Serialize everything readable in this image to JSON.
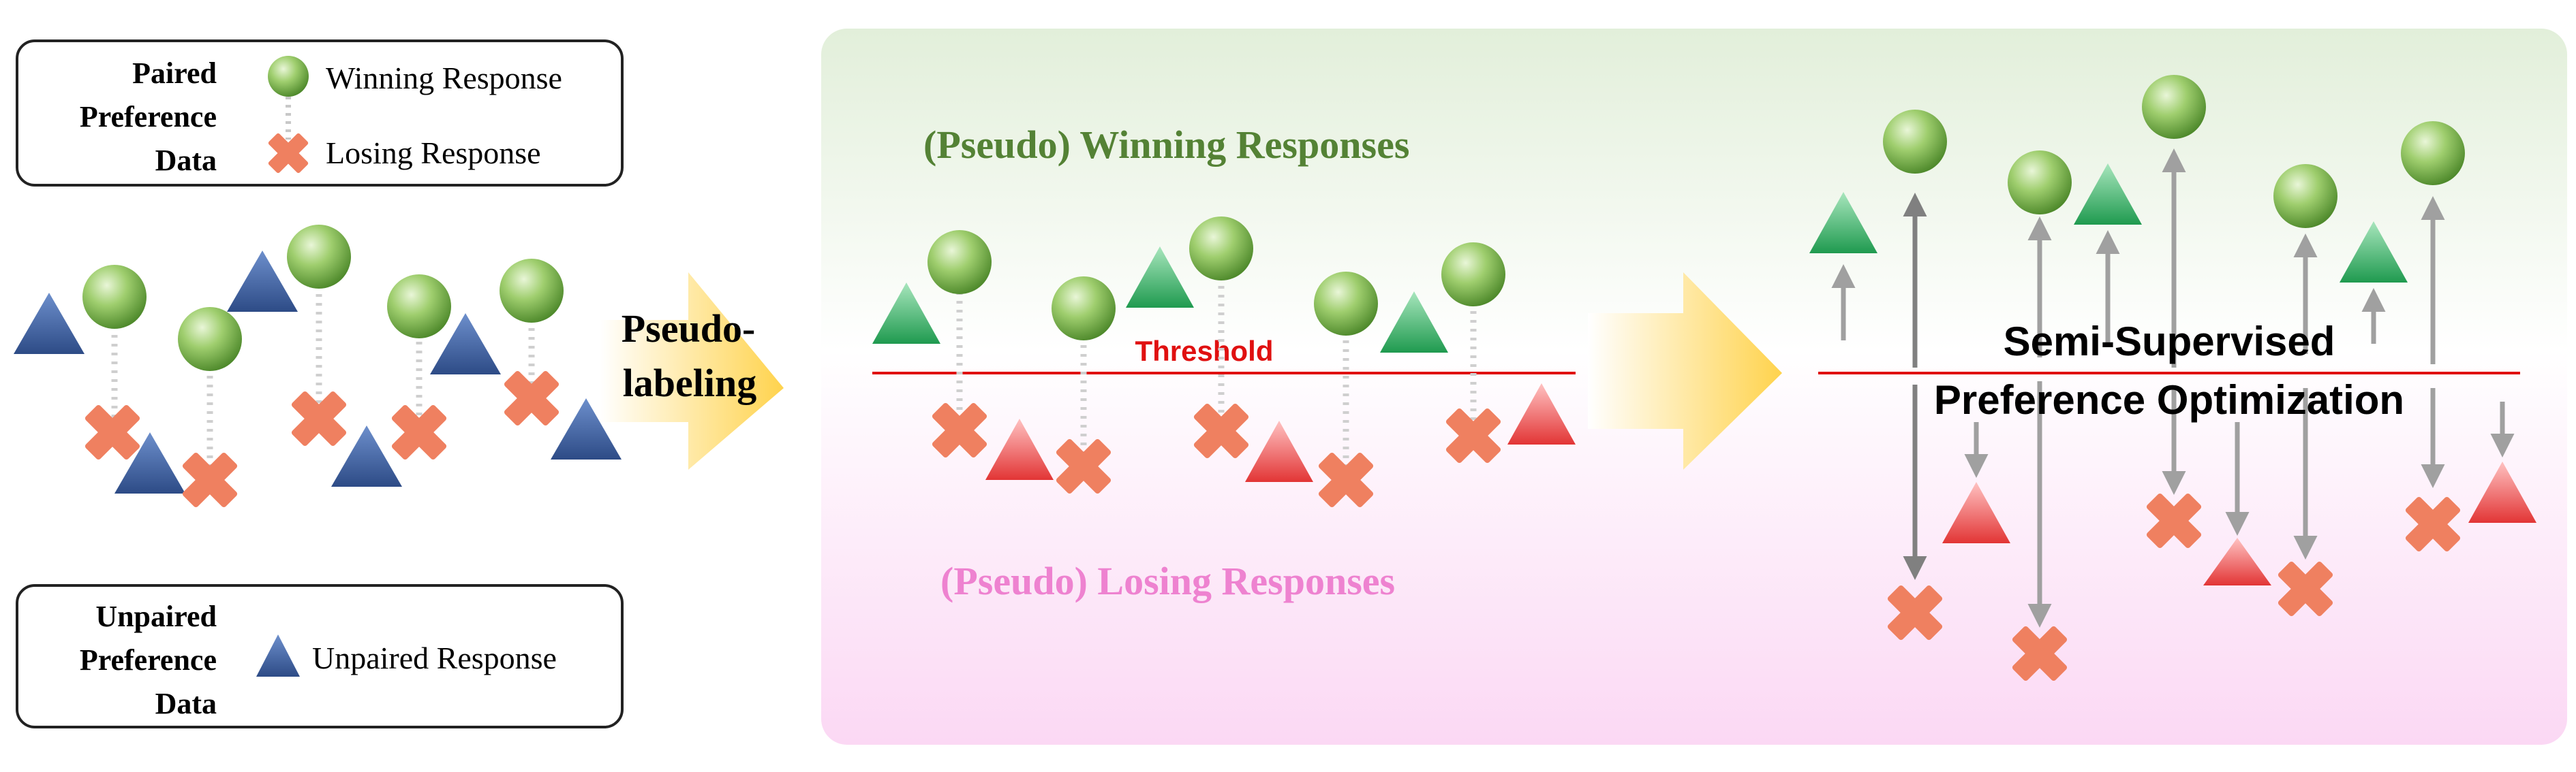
{
  "legend_paired": {
    "title_lines": [
      "Paired",
      "Preference",
      "Data"
    ],
    "winning_label": "Winning Response",
    "losing_label": "Losing Response"
  },
  "legend_unpaired": {
    "title_lines": [
      "Unpaired",
      "Preference",
      "Data"
    ],
    "unpaired_label": "Unpaired Response"
  },
  "pseudo_labeling": {
    "lines": [
      "Pseudo-",
      "labeling"
    ]
  },
  "panel_middle": {
    "winning_title": "(Pseudo) Winning Responses",
    "losing_title": "(Pseudo) Losing Responses",
    "threshold_label": "Threshold"
  },
  "panel_right": {
    "title_lines": [
      "Semi-Supervised",
      "Preference Optimization"
    ]
  },
  "colors": {
    "winning_text": "#548235",
    "losing_text": "#ee82d0",
    "threshold": "#e01010",
    "green_circle": "#8cbf5a",
    "blue_triangle": "#3f5f9f",
    "green_triangle": "#3fb46a",
    "red_triangle": "#ee5a5a",
    "cross": "#ef8060",
    "arrow_gold": "#ffd24a"
  }
}
